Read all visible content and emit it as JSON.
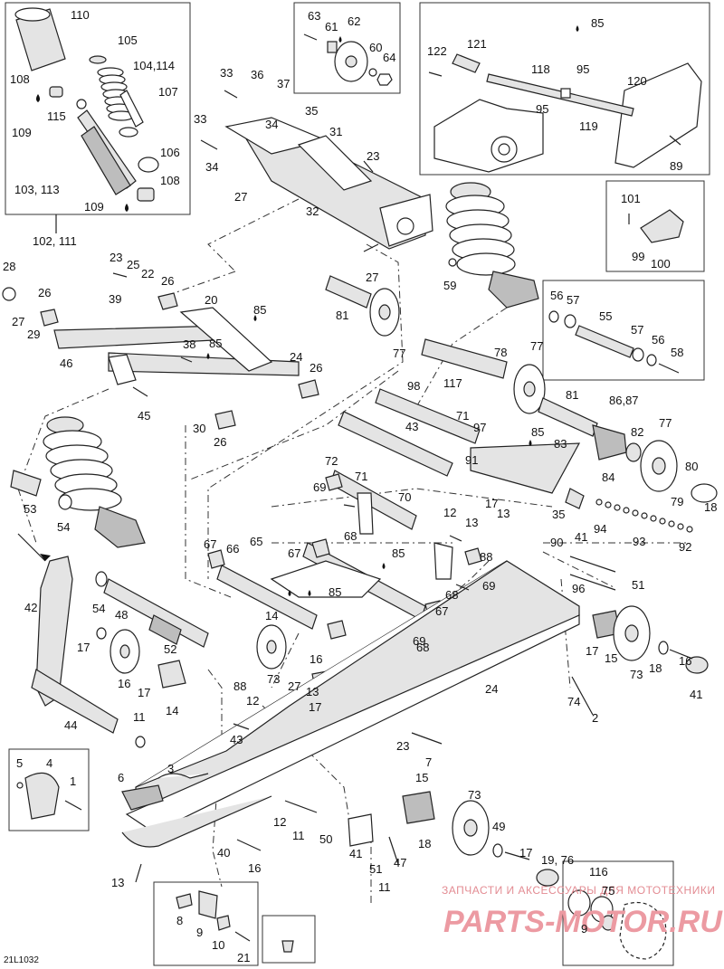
{
  "figure_code": "21L1032",
  "watermark": {
    "line1": "ЗАПЧАСТИ И АКСЕССУАРЫ ДЛЯ МОТОТЕХНИКИ",
    "line2": "PARTS-MOTOR.RU"
  },
  "callouts": [
    "110",
    "105",
    "104,114",
    "108",
    "107",
    "115",
    "109",
    "106",
    "103, 113",
    "109",
    "108",
    "102, 111",
    "63",
    "61",
    "62",
    "60",
    "64",
    "85",
    "122",
    "121",
    "118",
    "95",
    "120",
    "95",
    "119",
    "89",
    "101",
    "99",
    "100",
    "33",
    "36",
    "37",
    "35",
    "34",
    "33",
    "31",
    "34",
    "23",
    "27",
    "32",
    "27",
    "59",
    "28",
    "23",
    "25",
    "22",
    "26",
    "27",
    "29",
    "26",
    "39",
    "20",
    "85",
    "38",
    "85",
    "24",
    "26",
    "46",
    "45",
    "30",
    "26",
    "81",
    "77",
    "78",
    "117",
    "56",
    "57",
    "55",
    "57",
    "56",
    "58",
    "98",
    "43",
    "71",
    "97",
    "77",
    "81",
    "86,87",
    "82",
    "85",
    "83",
    "91",
    "84",
    "77",
    "80",
    "79",
    "18",
    "72",
    "71",
    "69",
    "70",
    "68",
    "12",
    "13",
    "17",
    "13",
    "35",
    "94",
    "93",
    "92",
    "53",
    "54",
    "67",
    "66",
    "65",
    "67",
    "85",
    "88",
    "69",
    "68",
    "85",
    "68",
    "67",
    "69",
    "90",
    "41",
    "51",
    "96",
    "42",
    "54",
    "48",
    "17",
    "52",
    "14",
    "17",
    "16",
    "14",
    "16",
    "17",
    "88",
    "73",
    "27",
    "13",
    "12",
    "43",
    "44",
    "11",
    "16",
    "17",
    "15",
    "73",
    "18",
    "41",
    "74",
    "2",
    "24",
    "23",
    "7",
    "5",
    "4",
    "6",
    "1",
    "3",
    "13",
    "12",
    "11",
    "50",
    "41",
    "40",
    "16",
    "15",
    "73",
    "49",
    "51",
    "47",
    "11",
    "17",
    "18",
    "19, 76",
    "116",
    "75",
    "9",
    "8",
    "9",
    "10",
    "21"
  ]
}
